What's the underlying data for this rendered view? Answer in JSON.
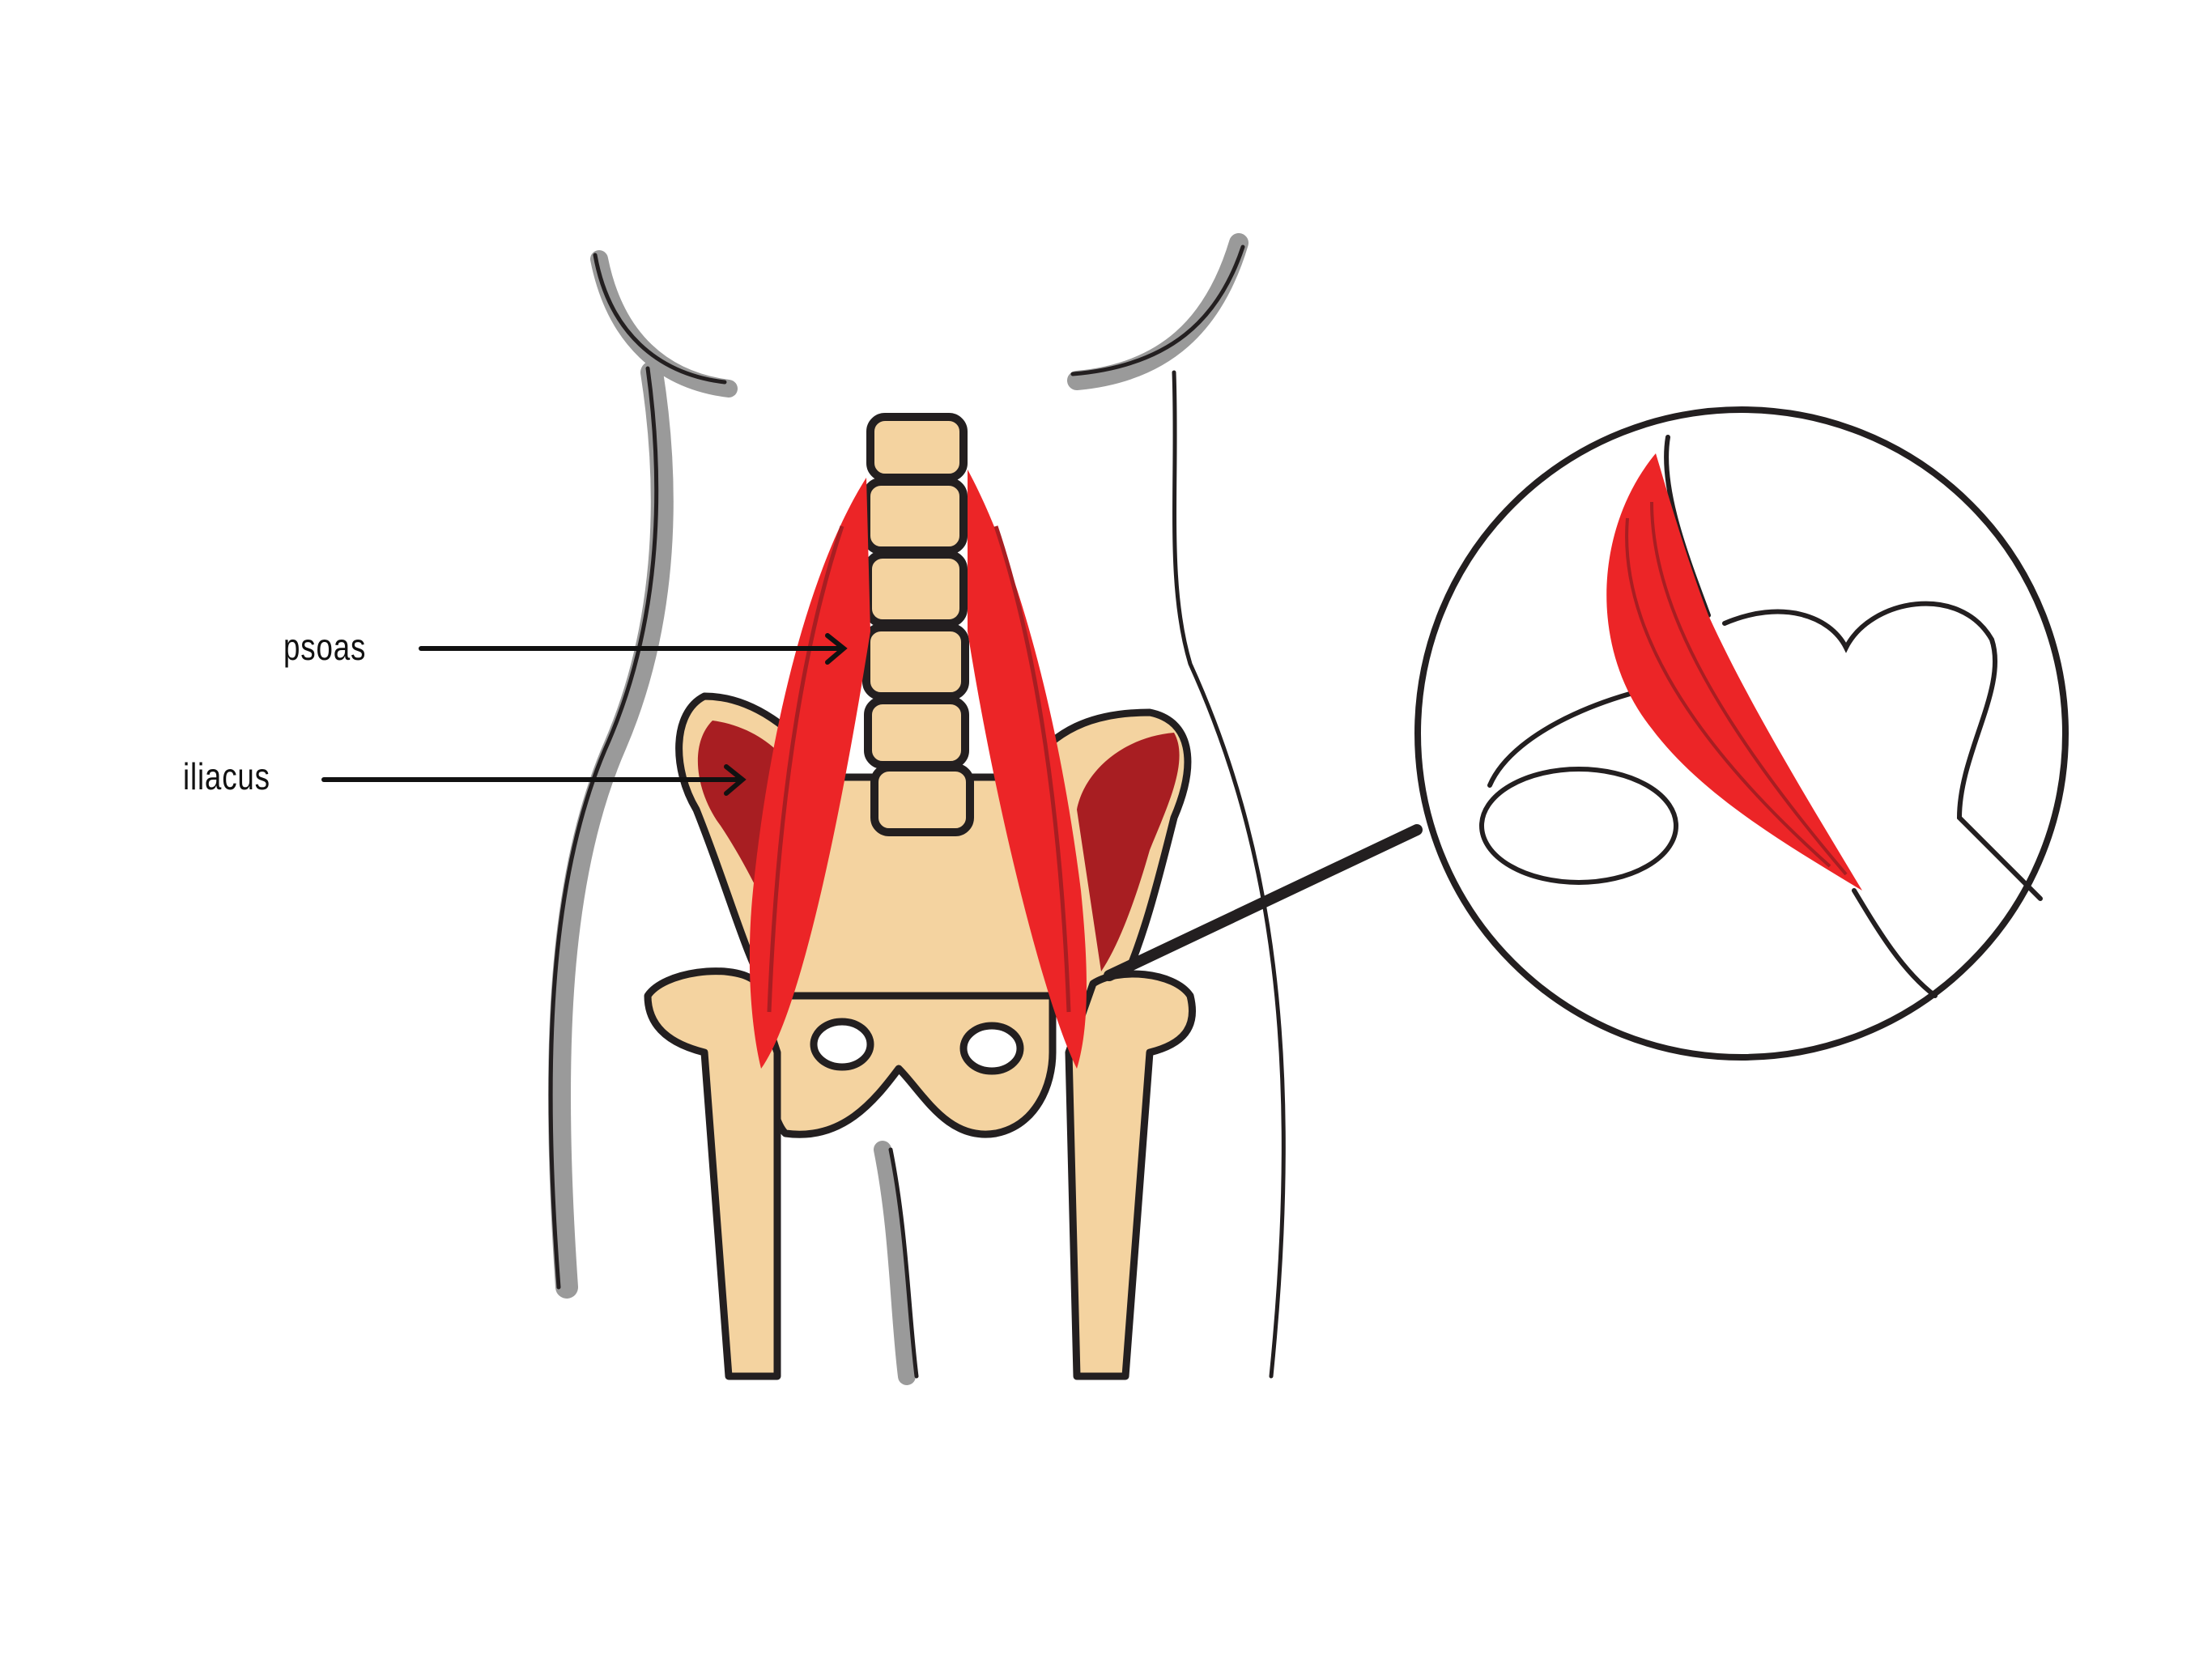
{
  "diagram": {
    "subject": "Hip flexor muscles (iliopsoas) - anterior view",
    "labels": [
      {
        "id": "psoas",
        "text": "psoas"
      },
      {
        "id": "iliacus",
        "text": "iliacus"
      }
    ],
    "inset": {
      "description": "Magnified view of iliopsoas insertion at the femur's lesser trochanter"
    },
    "colors": {
      "muscle_bright": "#EC2527",
      "muscle_dark": "#A81E22",
      "bone": "#F4D3A0",
      "outline": "#231F20",
      "body_shadow": "#9A9A9A",
      "background": "#FFFFFF"
    }
  }
}
